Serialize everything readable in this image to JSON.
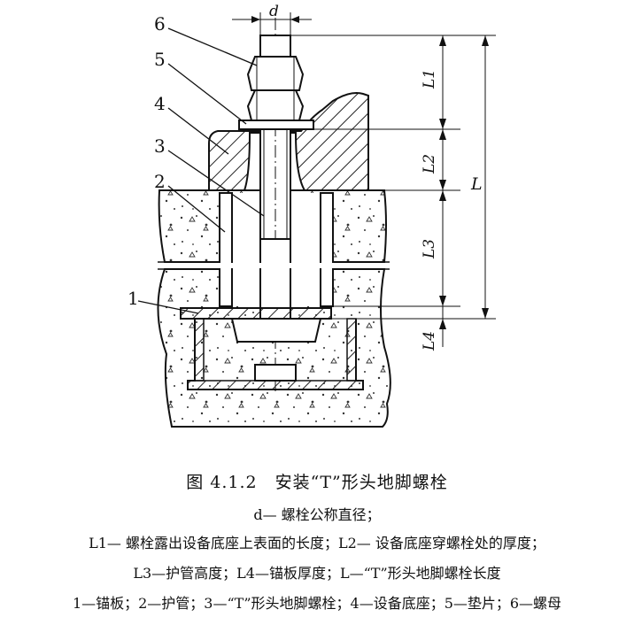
{
  "labels": {
    "d": "d",
    "n6": "6",
    "n5": "5",
    "n4": "4",
    "n3": "3",
    "n2": "2",
    "n1": "1",
    "L1": "L1",
    "L2": "L2",
    "L3": "L3",
    "L4": "L4",
    "L": "L"
  },
  "caption": {
    "title": "图 4.1.2　安装“T”形头地脚螺栓",
    "line1": "d— 螺栓公称直径；",
    "line2": "L1— 螺栓露出设备底座上表面的长度；L2— 设备底座穿螺栓处的厚度；",
    "line3": "L3—护管高度；L4—锚板厚度；L—“T”形头地脚螺栓长度",
    "line4": "1—锚板；2—护管；3—“T”形头地脚螺栓；4—设备底座；5—垫片；6—螺母"
  }
}
